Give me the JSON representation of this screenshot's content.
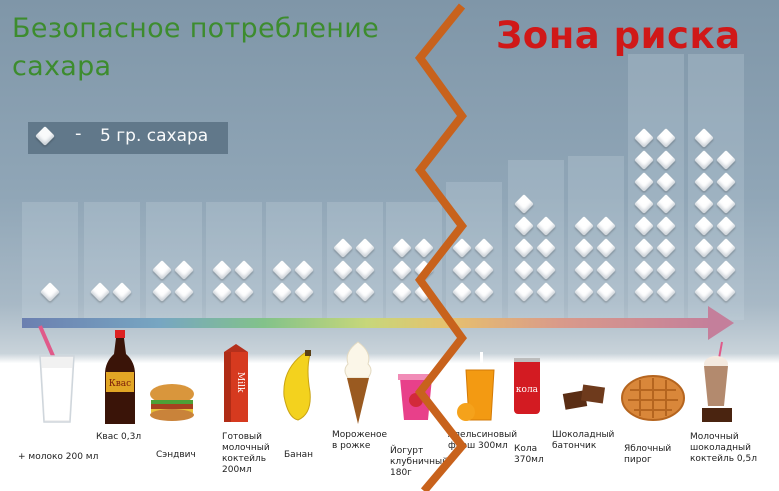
{
  "titles": {
    "safe_line1": "Безопасное потребление",
    "safe_line2": "сахара",
    "risk": "Зона риска"
  },
  "legend": {
    "dash": "-",
    "text": "5 гр. сахара"
  },
  "products": [
    {
      "id": "milk",
      "label": "+ молоко 200 мл",
      "cubes": 1
    },
    {
      "id": "kvass",
      "label": "Квас 0,3л",
      "bottle_text": "Квас",
      "cubes": 2
    },
    {
      "id": "sandwich",
      "label": "Сэндвич",
      "cubes": 4
    },
    {
      "id": "milkshake",
      "label": "Готовый молочный коктейль 200мл",
      "box_text": "Milk",
      "cubes": 4
    },
    {
      "id": "banana",
      "label": "Банан",
      "cubes": 4
    },
    {
      "id": "icecream",
      "label": "Мороженое в рожке",
      "cubes": 6
    },
    {
      "id": "yogurt",
      "label": "Йогурт клубничный 180г",
      "cubes": 6
    },
    {
      "id": "juice",
      "label": "Апельсиновый фреш 300мл",
      "cubes": 6
    },
    {
      "id": "cola",
      "label": "Кола 370мл",
      "can_text": "кола",
      "cubes": 9
    },
    {
      "id": "chocolate",
      "label": "Шоколадный батончик",
      "cubes": 8
    },
    {
      "id": "pie",
      "label": "Яблочный пирог",
      "cubes": 16
    },
    {
      "id": "chocoshake",
      "label": "Молочный шоколадный коктейль 0,5л",
      "cubes": 15
    }
  ],
  "colors": {
    "title_safe": "#3d8c2e",
    "title_risk": "#d01818",
    "zigzag": "#c8621c"
  }
}
